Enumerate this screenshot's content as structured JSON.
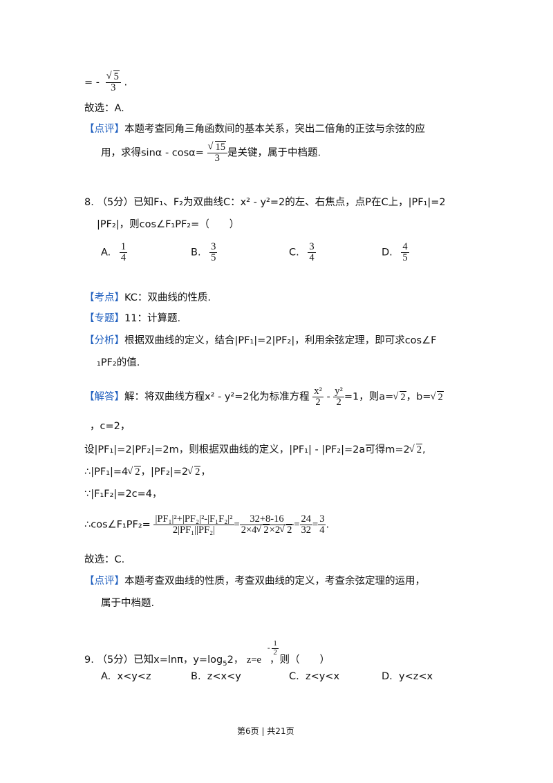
{
  "top": {
    "eq_prefix": "= -",
    "frac_num": "5",
    "frac_den": "3",
    "period": ".",
    "answer": "故选：A.",
    "review_tag": "【点评】",
    "review_line1": "本题考查同角三角函数间的基本关系，突出二倍角的正弦与余弦的应",
    "review_line2_a": "用，求得sinα - cosα=",
    "review_line2_sqrt": "15",
    "review_line2_den": "3",
    "review_line2_b": "是关键，属于中档题."
  },
  "q8": {
    "stem_line1": "8.  （5分）已知F₁、F₂为双曲线C：x² - y²=2的左、右焦点，点P在C上，|PF₁|=2",
    "stem_line2": "|PF₂|，则cos∠F₁PF₂=（　　）",
    "options": [
      {
        "label": "A.",
        "num": "1",
        "den": "4"
      },
      {
        "label": "B.",
        "num": "3",
        "den": "5"
      },
      {
        "label": "C.",
        "num": "3",
        "den": "4"
      },
      {
        "label": "D.",
        "num": "4",
        "den": "5"
      }
    ],
    "kaodian_tag": "【考点】",
    "kaodian": "KC：双曲线的性质.",
    "zhuanti_tag": "【专题】",
    "zhuanti": "11：计算题.",
    "fenxi_tag": "【分析】",
    "fenxi_line1": "根据双曲线的定义，结合|PF₁|=2|PF₂|，利用余弦定理，即可求cos∠F",
    "fenxi_line2": "₁PF₂的值.",
    "jieda_tag": "【解答】",
    "jieda_a": "解：将双曲线方程x² - y²=2化为标准方程",
    "jieda_f1_num": "x²",
    "jieda_f1_den": "2",
    "jieda_minus": "-",
    "jieda_f2_num": "y²",
    "jieda_f2_den": "2",
    "jieda_b": "=1，则a=",
    "jieda_sqrt2": "2",
    "jieda_c": "，b=",
    "jieda_line2": "，c=2，",
    "line3_a": "设|PF₁|=2|PF₂|=2m，则根据双曲线的定义，|PF₁| - |PF₂|=2a可得m=2",
    "line3_b": ",",
    "line4_a": "∴|PF₁|=4",
    "line4_b": "，|PF₂|=2",
    "line4_c": "，",
    "line5": "∵|F₁F₂|=2c=4，",
    "line6_prefix": "∴cos∠F₁PF₂=",
    "line6_frac1_num": "|PF₁|²+|PF₂|²-|F₁F₂|²",
    "line6_frac1_den": "2|PF₁||PF₂|",
    "line6_eq": "=",
    "line6_frac2_num": "32+8-16",
    "line6_frac2_den_a": "2×4",
    "line6_frac2_den_b": "×2",
    "line6_frac3_num": "24",
    "line6_frac3_den": "32",
    "line6_frac4_num": "3",
    "line6_frac4_den": "4",
    "answer": "故选：C.",
    "review_tag": "【点评】",
    "review_line1": "本题考查双曲线的性质，考查双曲线的定义，考查余弦定理的运用，",
    "review_line2": "属于中档题."
  },
  "q9": {
    "stem_a": "9.  （5分）已知x=lnπ，y=log",
    "stem_sub": "5",
    "stem_b": "2，",
    "z_label": "z=e",
    "z_exp_num": "1",
    "z_exp_den": "2",
    "z_exp_minus": "-",
    "stem_c": "，则（　　）",
    "options": [
      {
        "label": "A.",
        "text": "x<y<z"
      },
      {
        "label": "B.",
        "text": "z<x<y"
      },
      {
        "label": "C.",
        "text": "z<y<x"
      },
      {
        "label": "D.",
        "text": "y<z<x"
      }
    ]
  },
  "footer": {
    "page": "第6页 | 共21页"
  }
}
